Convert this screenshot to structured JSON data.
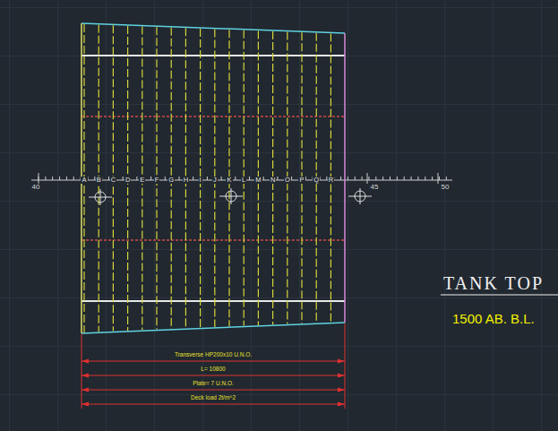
{
  "diagram": {
    "title": "TANK TOP",
    "labels": [
      "40",
      "A",
      "B",
      "C",
      "D",
      "E",
      "F",
      "G",
      "H",
      "I",
      "J",
      "K",
      "L",
      "M",
      "N",
      "O",
      "P",
      "Q",
      "R",
      "45",
      "50",
      "Transverse HP200x10 U.N.O.",
      "L= 10800",
      "Plate= 7 U.N.O.",
      "Deck load 2t/m^2",
      "1500 AB. B.L."
    ]
  }
}
